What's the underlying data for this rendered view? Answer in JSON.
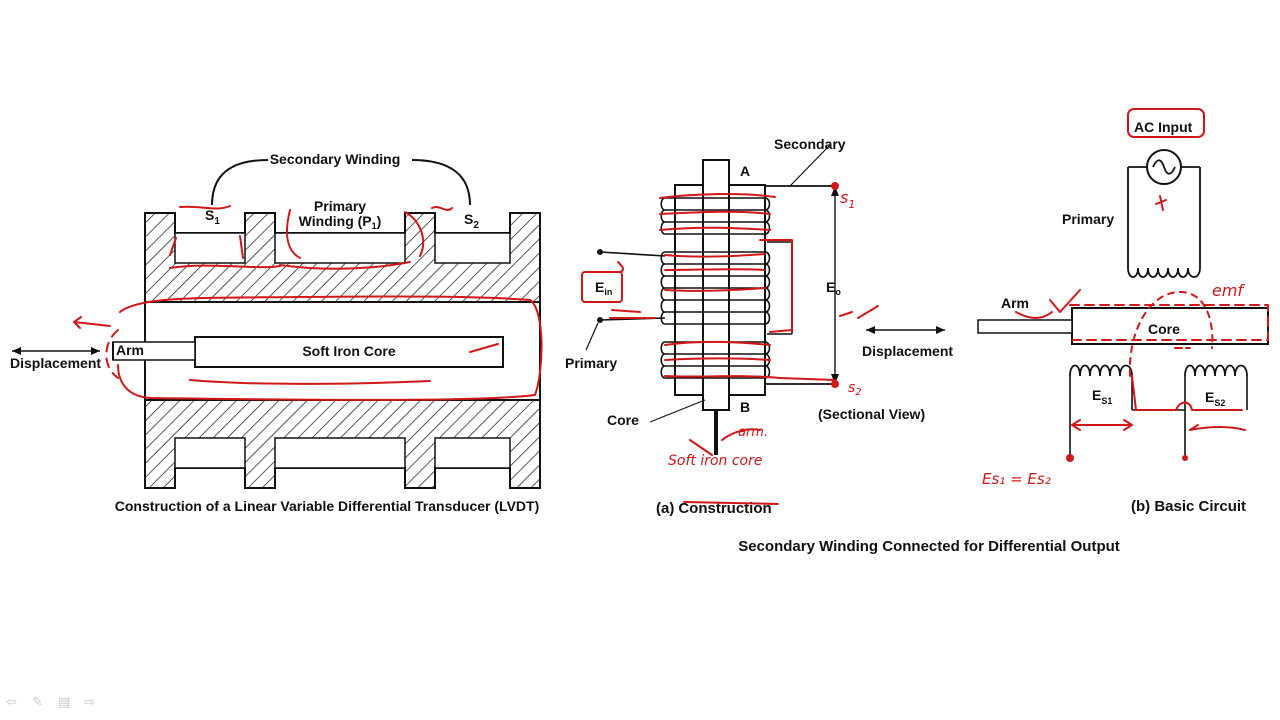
{
  "left_diagram": {
    "secondary_winding": "Secondary Winding",
    "s1": "S",
    "s1_sub": "1",
    "s2": "S",
    "s2_sub": "2",
    "primary_line1": "Primary",
    "primary_line2": "Winding (P",
    "primary_sub": "1",
    "primary_close": ")",
    "displacement": "Displacement",
    "arm": "Arm",
    "soft_iron_core": "Soft Iron Core",
    "caption": "Construction of a Linear Variable Differential Transducer (LVDT)"
  },
  "middle_diagram": {
    "secondary": "Secondary",
    "point_a": "A",
    "point_b": "B",
    "e_in": "E",
    "e_in_sub": "in",
    "e_o": "E",
    "e_o_sub": "o",
    "primary": "Primary",
    "core": "Core",
    "displacement": "Displacement",
    "sectional_view": "(Sectional View)",
    "caption_prefix": "(a)",
    "caption_word": "Construction"
  },
  "right_diagram": {
    "ac_input": "AC Input",
    "primary": "Primary",
    "arm": "Arm",
    "core": "Core",
    "es1": "E",
    "es1_sub": "S1",
    "es2": "E",
    "es2_sub": "S2",
    "caption": "(b) Basic Circuit"
  },
  "bottom_caption": "Secondary Winding Connected for Differential Output",
  "handwritten": {
    "s1": "s",
    "s1_sub": "1",
    "s2": "s",
    "s2_sub": "2",
    "arm": "arm.",
    "soft_iron_core": "Soft iron core",
    "emf": "emf",
    "equation": "Es₁ = Es₂"
  },
  "toolbar": {
    "icons": [
      "back-arrow-icon",
      "pen-icon",
      "slides-icon",
      "forward-arrow-icon"
    ]
  },
  "colors": {
    "annotation": "#d01818",
    "ink": "#111111",
    "frame": "#000000"
  }
}
